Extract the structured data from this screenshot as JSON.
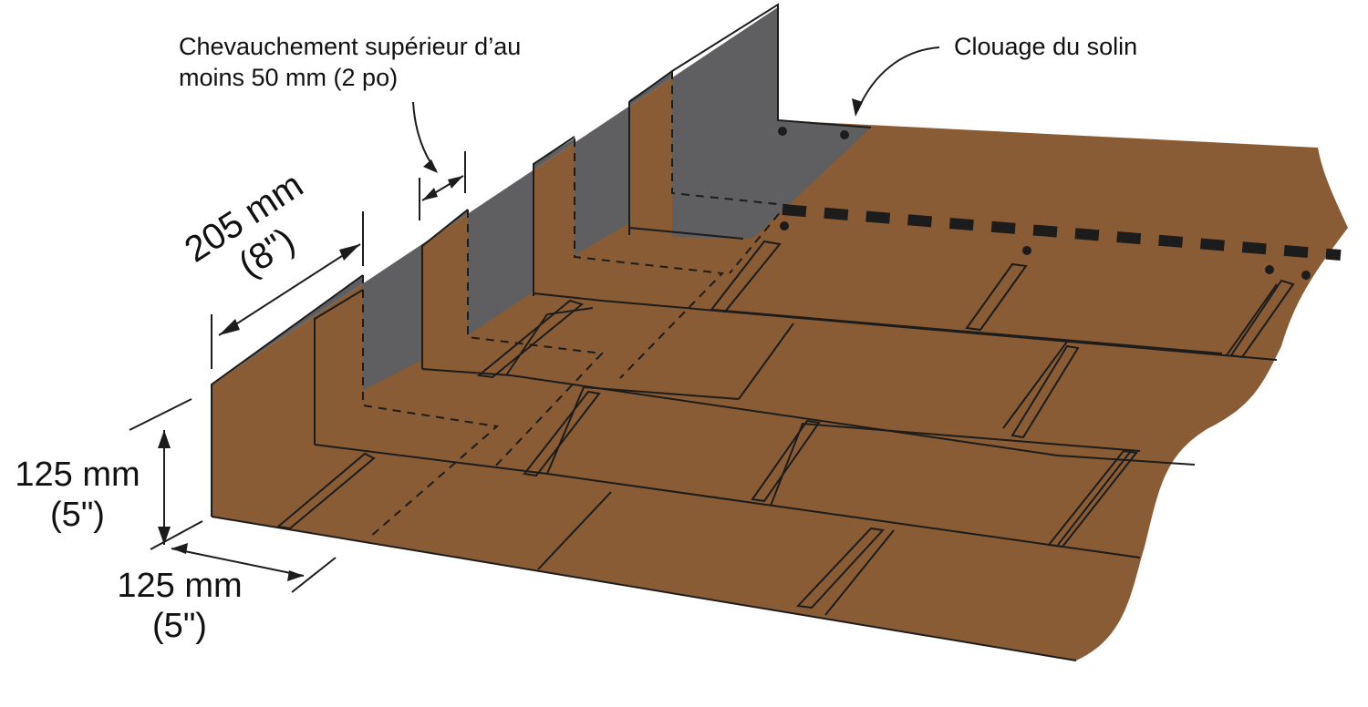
{
  "labels": {
    "overlap_line1": "Chevauchement supérieur d’au",
    "overlap_line2": "moins 50 mm (2 po)",
    "nailing": "Clouage du solin",
    "step_length_value": "205 mm",
    "step_length_imperial": "(8\")",
    "vertical_leg_value": "125 mm",
    "vertical_leg_imperial": "(5\")",
    "horizontal_leg_value": "125 mm",
    "horizontal_leg_imperial": "(5\")"
  },
  "colors": {
    "shingle": "#8a5c35",
    "flashing": "#5f5f61",
    "line": "#1c1c1c"
  }
}
